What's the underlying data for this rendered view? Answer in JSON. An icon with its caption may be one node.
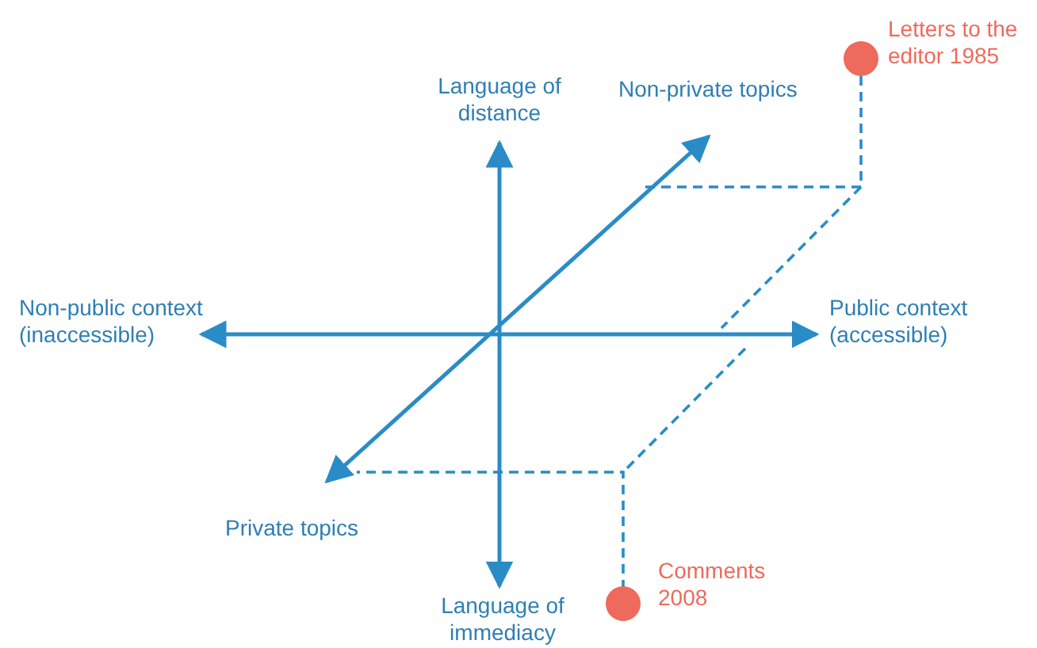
{
  "diagram": {
    "nodes": [
      {
        "text": [],
        "shape": "circle",
        "beside": [
          "Letters to the editor 1985"
        ]
      },
      {
        "text": [],
        "shape": "circle",
        "beside": [
          "Comments 2008"
        ]
      }
    ],
    "labels": [
      "Language of distance",
      "Non-private topics",
      "Non-public context (inaccessible)",
      "Public context (accessible)",
      "Private topics",
      "Language of immediacy"
    ]
  }
}
